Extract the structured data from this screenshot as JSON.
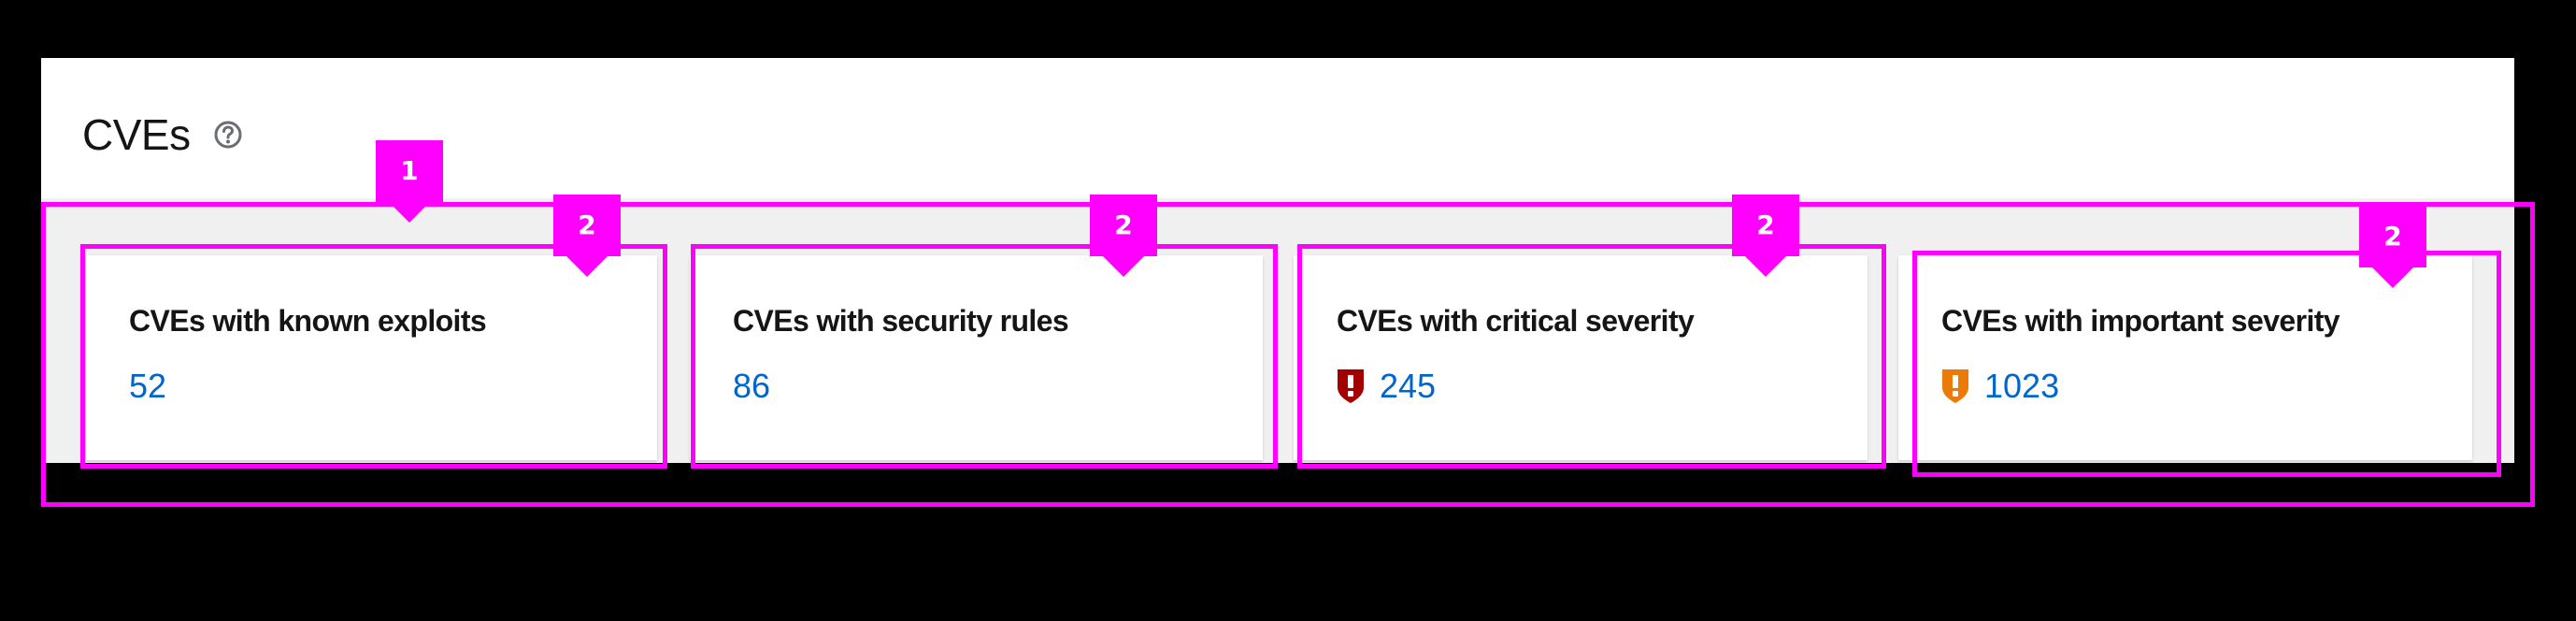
{
  "section": {
    "title": "CVEs",
    "help_icon": "question-circle-icon"
  },
  "cards": [
    {
      "title": "CVEs with known exploits",
      "value": "52",
      "severity_icon": null
    },
    {
      "title": "CVEs with security rules",
      "value": "86",
      "severity_icon": null
    },
    {
      "title": "CVEs with critical severity",
      "value": "245",
      "severity_icon": "critical-shield-icon",
      "severity_color": "#a30000"
    },
    {
      "title": "CVEs with important severity",
      "value": "1023",
      "severity_icon": "important-shield-icon",
      "severity_color": "#ec7a08"
    }
  ],
  "colors": {
    "value_link": "#0066cc",
    "critical": "#a30000",
    "important": "#ec7a08",
    "annotation": "#ff00ff",
    "card_area_bg": "#f0f0f0"
  },
  "annotations": {
    "group_label": "1",
    "card_label": "2"
  }
}
